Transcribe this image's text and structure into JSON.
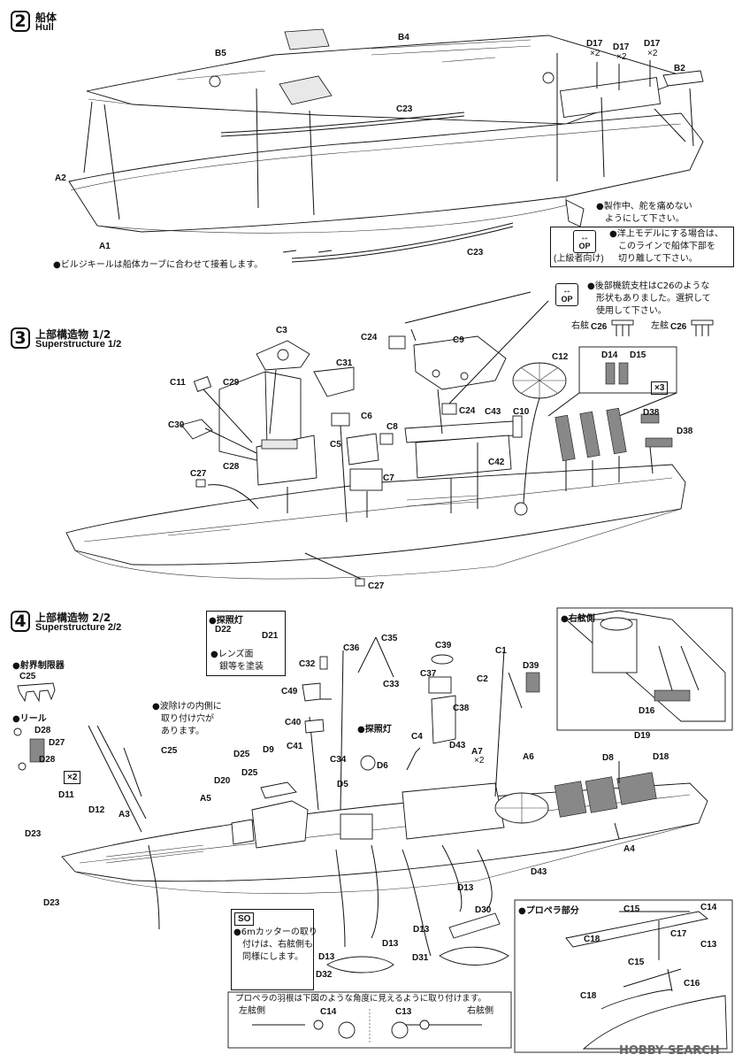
{
  "steps": [
    {
      "number": "2",
      "title_jp": "船体",
      "title_en": "Hull"
    },
    {
      "number": "3",
      "title_jp": "上部構造物 1/2",
      "title_en": "Superstructure 1/2"
    },
    {
      "number": "4",
      "title_jp": "上部構造物 2/2",
      "title_en": "Superstructure 2/2"
    }
  ],
  "step2": {
    "labels": {
      "b4": "B4",
      "b5": "B5",
      "b2": "B2",
      "c23_top": "C23",
      "c23_bottom": "C23",
      "a2": "A2",
      "a1": "A1",
      "d17a": "D17",
      "d17b": "D17",
      "d17c": "D17"
    },
    "qty": {
      "d17a": "×2",
      "d17b": "×2",
      "d17c": "×2"
    },
    "notes": {
      "rudder_line1": "●製作中、舵を痛めない",
      "rudder_line2": "ようにして下さい。",
      "waterline_line1": "●洋上モデルにする場合は、",
      "waterline_line2": "このラインで船体下部を",
      "waterline_line3": "切り離して下さい。",
      "bilge": "●ビルジキールは船体カーブに合わせて接着します。"
    },
    "op_label": "(上級者向け)"
  },
  "step3": {
    "labels": {
      "c3": "C3",
      "c31": "C31",
      "c11": "C11",
      "c29": "C29",
      "c30": "C30",
      "c28": "C28",
      "c27a": "C27",
      "c27b": "C27",
      "c6": "C6",
      "c5": "C5",
      "c8": "C8",
      "c7": "C7",
      "c24a": "C24",
      "c24b": "C24",
      "c9": "C9",
      "c43": "C43",
      "c42": "C42",
      "c10": "C10",
      "c12": "C12",
      "d14": "D14",
      "d15": "D15",
      "d38a": "D38",
      "d38b": "D38"
    },
    "badge_x3": "×3",
    "op_note_line1": "●後部機銃支柱はC26のような",
    "op_note_line2": "形状もありました。選択して",
    "op_note_line3": "使用して下さい。",
    "starboard": "右舷",
    "port": "左舷",
    "c26a": "C26",
    "c26b": "C26"
  },
  "step4": {
    "labels": {
      "c35": "C35",
      "c36": "C36",
      "c32": "C32",
      "c33": "C33",
      "c49": "C49",
      "c40": "C40",
      "c41": "C41",
      "c34": "C34",
      "c39": "C39",
      "c37": "C37",
      "c38": "C38",
      "c1": "C1",
      "c2": "C2",
      "d39": "D39",
      "d6": "D6",
      "d5": "D5",
      "c4": "C4",
      "d43a": "D43",
      "d43b": "D43",
      "a7": "A7",
      "a6": "A6",
      "a4": "A4",
      "a5": "A5",
      "a3": "A3",
      "d20": "D20",
      "d25a": "D25",
      "d25b": "D25",
      "d9": "D9",
      "d11": "D11",
      "d12": "D12",
      "d23a": "D23",
      "d23b": "D23",
      "c25": "C25",
      "d13a": "D13",
      "d13b": "D13",
      "d13c": "D13",
      "d13d": "D13",
      "d30": "D30",
      "d31": "D31",
      "d32": "D32",
      "d8": "D8",
      "d19": "D19",
      "d18": "D18",
      "d16": "D16"
    },
    "qty": {
      "a7": "×2"
    },
    "searchlight_box": {
      "title": "●探照灯",
      "d22": "D22",
      "d21": "D21",
      "note_line1": "●レンズ面",
      "note_line2": "銀等を塗装"
    },
    "searchlight_label": "●探照灯",
    "limiter": {
      "title": "●射界制限器",
      "part": "C25"
    },
    "reel": {
      "title": "●リール",
      "d28a": "D28",
      "d27": "D27",
      "d28b": "D28",
      "badge": "×2"
    },
    "breakwater_note_line1": "●波除けの内側に",
    "breakwater_note_line2": "取り付け穴が",
    "breakwater_note_line3": "あります。",
    "starboard_side_title": "●右舷側",
    "so_box": {
      "badge": "SO",
      "line1": "●6mカッターの取り",
      "line2": "付けは、右舷側も",
      "line3": "同様にします。"
    },
    "propeller": {
      "title": "●プロペラ部分",
      "c15a": "C15",
      "c14": "C14",
      "c17": "C17",
      "c18a": "C18",
      "c13": "C13",
      "c15b": "C15",
      "c16": "C16",
      "c18b": "C18"
    },
    "prop_note": {
      "text": "プロペラの羽根は下図のような角度に見えるように取り付けます。",
      "port": "左舷側",
      "starboard": "右舷側",
      "c14": "C14",
      "c13": "C13"
    }
  },
  "watermark": "HOBBY SEARCH"
}
